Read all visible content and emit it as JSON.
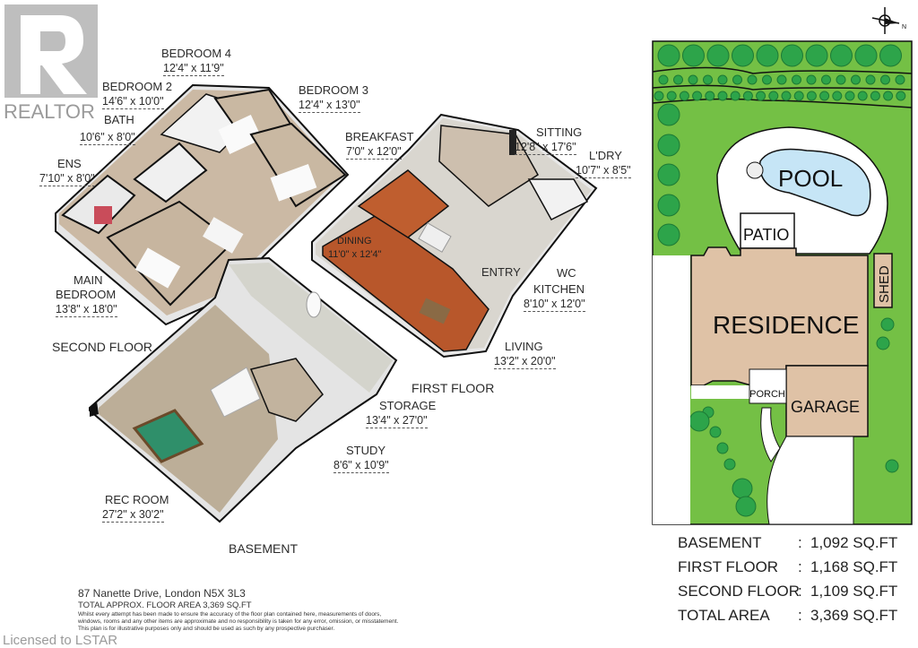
{
  "watermark": {
    "logo_text": "REALTOR",
    "license": "Licensed to LSTAR"
  },
  "rooms": {
    "bedroom4": {
      "name": "BEDROOM 4",
      "dims": "12'4\" x 11'9\""
    },
    "bedroom2": {
      "name": "BEDROOM 2",
      "dims": "14'6\" x 10'0\""
    },
    "bath": {
      "name": "BATH",
      "dims": "10'6\" x 8'0\""
    },
    "ens": {
      "name": "ENS",
      "dims": "7'10\" x 8'0\""
    },
    "bedroom3": {
      "name": "BEDROOM 3",
      "dims": "12'4\" x 13'0\""
    },
    "main_bedroom": {
      "name_line1": "MAIN",
      "name_line2": "BEDROOM",
      "dims": "13'8\" x 18'0\""
    },
    "breakfast": {
      "name": "BREAKFAST",
      "dims": "7'0\" x 12'0\""
    },
    "sitting": {
      "name": "SITTING",
      "dims": "12'8\" x 17'6\""
    },
    "laundry": {
      "name": "L'DRY",
      "dims": "10'7\" x 8'5\""
    },
    "dining": {
      "name": "DINING",
      "dims": "11'0\" x 12'4\""
    },
    "entry": {
      "name": "ENTRY"
    },
    "wc": {
      "name": "WC"
    },
    "kitchen": {
      "name": "KITCHEN",
      "dims": "8'10\" x 12'0\""
    },
    "living": {
      "name": "LIVING",
      "dims": "13'2\" x 20'0\""
    },
    "storage": {
      "name": "STORAGE",
      "dims": "13'4\" x 27'0\""
    },
    "study": {
      "name": "STUDY",
      "dims": "8'6\" x 10'9\""
    },
    "rec_room": {
      "name": "REC ROOM",
      "dims": "27'2\" x 30'2\""
    }
  },
  "floors": {
    "second": "SECOND FLOOR",
    "first": "FIRST FLOOR",
    "basement": "BASEMENT"
  },
  "site_plan": {
    "pool": "POOL",
    "patio": "PATIO",
    "shed": "SHED",
    "residence": "RESIDENCE",
    "porch": "PORCH",
    "garage": "GARAGE",
    "compass": "N",
    "colors": {
      "lawn": "#74c045",
      "tree": "#2da44a",
      "residence": "#dfc2a6",
      "pool": "#c6e5f6"
    }
  },
  "areas": [
    {
      "label": "BASEMENT",
      "value": "1,092 SQ.FT"
    },
    {
      "label": "FIRST FLOOR",
      "value": "1,168 SQ.FT"
    },
    {
      "label": "SECOND FLOOR",
      "value": "1,109 SQ.FT"
    },
    {
      "label": "TOTAL AREA",
      "value": "3,369 SQ.FT"
    }
  ],
  "footer": {
    "address": "87 Nanette Drive, London N5X 3L3",
    "total": "TOTAL APPROX. FLOOR AREA 3,369 SQ.FT",
    "disclaimer1": "Whilst every attempt has been made to ensure the accuracy of the floor plan contained here, measurements of doors,",
    "disclaimer2": "windows, rooms and any other items are approximate and no responsibility is taken for any error, omission, or misstatement.",
    "disclaimer3": "This plan is for illustrative purposes only and should be used as such by any prospective purchaser."
  }
}
